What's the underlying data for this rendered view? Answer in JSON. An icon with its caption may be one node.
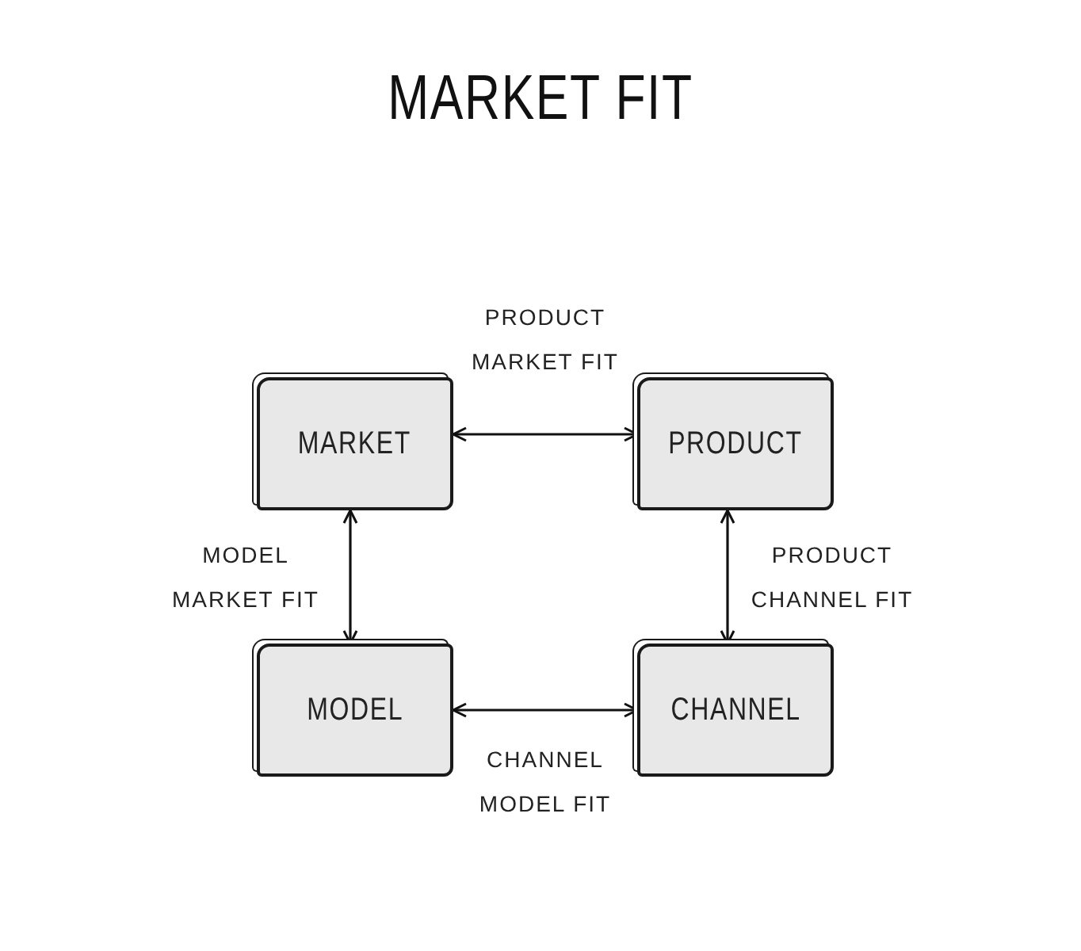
{
  "diagram": {
    "title": "MARKET FIT",
    "nodes": [
      {
        "text": [
          "MARKET"
        ]
      },
      {
        "text": [
          "PRODUCT"
        ]
      },
      {
        "text": [
          "MODEL"
        ]
      },
      {
        "text": [
          "CHANNEL"
        ]
      }
    ],
    "edges": [
      {
        "from": 0,
        "to": 1,
        "arrow": "both",
        "label": "PRODUCT MARKET FIT"
      },
      {
        "from": 0,
        "to": 2,
        "arrow": "both",
        "label": "MODEL MARKET FIT"
      },
      {
        "from": 1,
        "to": 3,
        "arrow": "both",
        "label": "PRODUCT CHANNEL FIT"
      },
      {
        "from": 2,
        "to": 3,
        "arrow": "both",
        "label": "CHANNEL MODEL FIT"
      }
    ]
  }
}
